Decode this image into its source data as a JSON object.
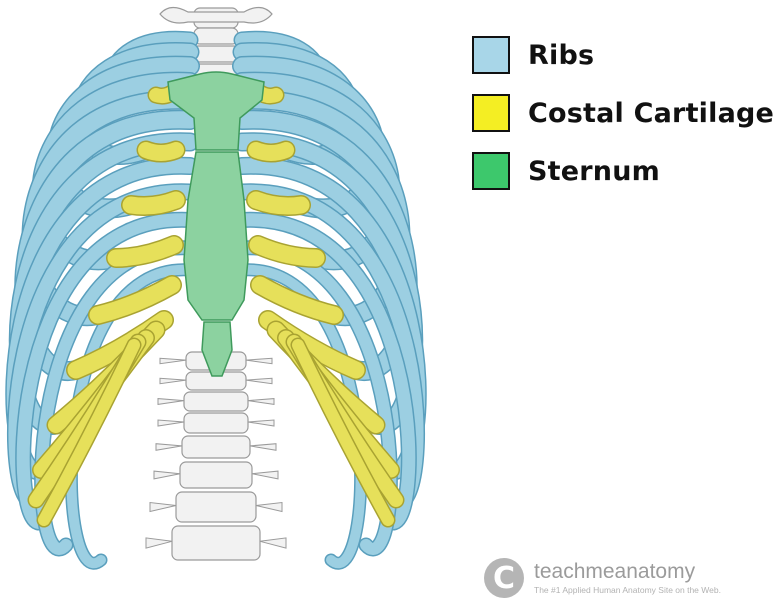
{
  "legend": {
    "items": [
      {
        "label": "Ribs",
        "color": "#a8d6e8"
      },
      {
        "label": "Costal Cartilage",
        "color": "#f4ee23"
      },
      {
        "label": "Sternum",
        "color": "#3dc86c"
      }
    ]
  },
  "watermark": {
    "symbol": "C",
    "brand": "teachmeanatomy",
    "tagline": "The #1 Applied Human Anatomy Site on the Web."
  },
  "colors": {
    "rib_fill": "#9ccfe2",
    "rib_stroke": "#5a9fbd",
    "cartilage_fill": "#e6e05a",
    "cartilage_stroke": "#a9a332",
    "sternum_fill": "#8cd2a0",
    "sternum_stroke": "#3f9a5c",
    "vertebra_fill": "#f2f2f2",
    "vertebra_stroke": "#9a9a9a"
  }
}
